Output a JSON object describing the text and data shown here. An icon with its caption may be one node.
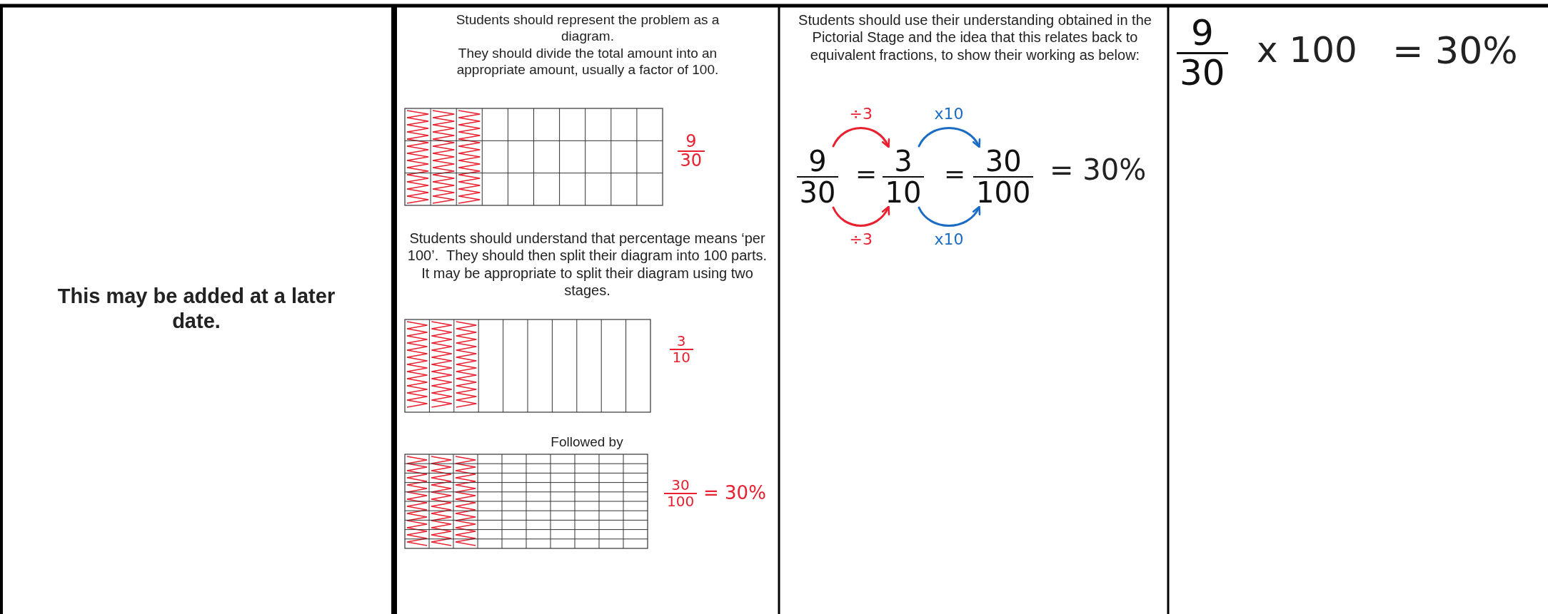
{
  "diagram": {
    "nodes": [
      {
        "text": [
          "9",
          "30"
        ]
      },
      {
        "text": [
          "3",
          "10"
        ]
      },
      {
        "text": [
          "30",
          "100"
        ]
      }
    ],
    "edges": [
      {
        "from": 0,
        "to": 1,
        "arrow": "to",
        "label": "÷3",
        "color": "#e8202f"
      },
      {
        "from": 0,
        "to": 1,
        "arrow": "to",
        "label": "÷3",
        "color": "#e8202f"
      },
      {
        "from": 1,
        "to": 2,
        "arrow": "to",
        "label": "x10",
        "color": "#1a6cc4"
      },
      {
        "from": 1,
        "to": 2,
        "arrow": "to",
        "label": "x10",
        "color": "#1a6cc4"
      }
    ],
    "labels": [
      "This may be added at a later date.",
      "Students should represent the problem as a diagram.",
      "They should divide the total amount into an appropriate amount, usually a factor of 100.",
      "9",
      "30",
      "Students should understand that percentage means ‘per 100’.  They should then split their diagram into 100 parts.  It may be appropriate to split their diagram using two stages.",
      "3",
      "10",
      "Followed by",
      "30",
      "100",
      "= 30%",
      "Students should use their understanding obtained in the Pictorial Stage and the idea that this relates back to equivalent fractions, to show their working as below:",
      "=",
      "=",
      "= 30%",
      "9",
      "30",
      "x 100",
      "= 30%"
    ]
  }
}
